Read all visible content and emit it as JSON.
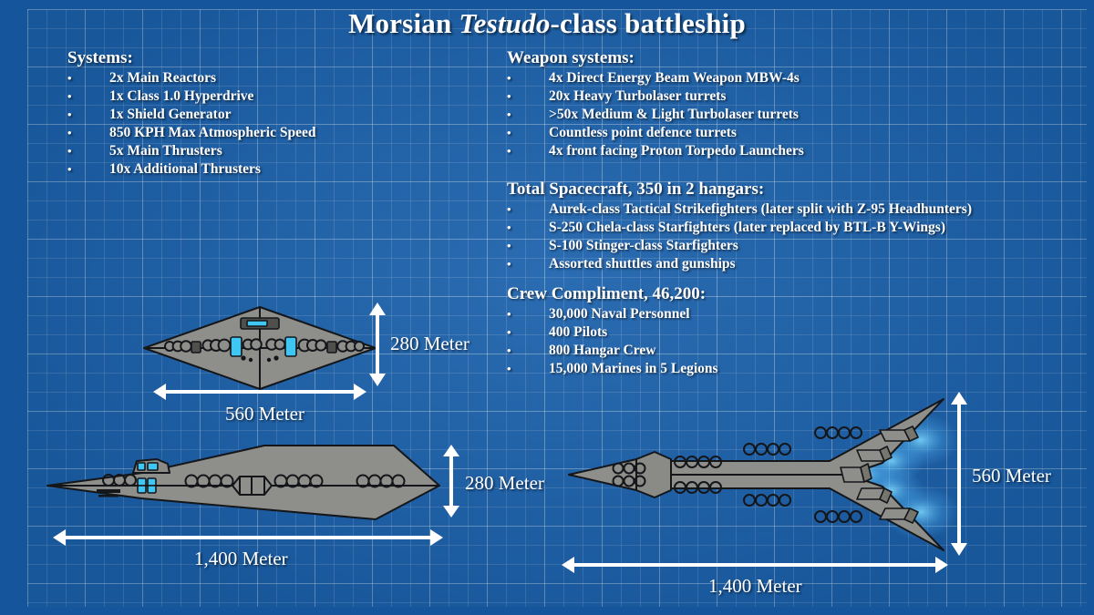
{
  "page": {
    "title_prefix": "Morsian ",
    "title_italic": "Testudo",
    "title_suffix": "-class battleship",
    "bullet_glyph": "•"
  },
  "colors": {
    "background": "#1b61ac",
    "border": "#14559c",
    "grid_line": "#3a7cc0",
    "hull": "#8e8e8a",
    "hull_outline": "#14161a",
    "accent_cyan": "#3fc6f2",
    "text": "#ffffff"
  },
  "systems": {
    "heading": "Systems:",
    "items": [
      "2x Main Reactors",
      "1x Class 1.0 Hyperdrive",
      "1x Shield Generator",
      "850 KPH Max Atmospheric Speed",
      "5x Main Thrusters",
      "10x Additional Thrusters"
    ]
  },
  "weapons": {
    "heading": "Weapon systems:",
    "items": [
      "4x Direct Energy Beam Weapon MBW-4s",
      "20x Heavy Turbolaser turrets",
      ">50x Medium & Light Turbolaser turrets",
      "Countless point defence turrets",
      "4x front facing Proton Torpedo Launchers"
    ]
  },
  "spacecraft": {
    "heading": "Total Spacecraft, 350 in 2 hangars:",
    "items": [
      "Aurek-class Tactical Strikefighters (later split with Z-95 Headhunters)",
      "S-250 Chela-class Starfighters (later replaced by BTL-B Y-Wings)",
      "S-100 Stinger-class Starfighters",
      "Assorted shuttles and gunships"
    ]
  },
  "crew": {
    "heading": "Crew Compliment, 46,200:",
    "items": [
      "30,000 Naval Personnel",
      "400 Pilots",
      "800 Hangar Crew",
      "15,000 Marines in 5 Legions"
    ]
  },
  "views": {
    "front": {
      "name": "front-view",
      "height_label": "280 Meter",
      "width_label": "560 Meter"
    },
    "side": {
      "name": "side-view",
      "height_label": "280 Meter",
      "length_label": "1,400 Meter"
    },
    "top": {
      "name": "top-view",
      "width_label": "560 Meter",
      "length_label": "1,400 Meter"
    }
  }
}
